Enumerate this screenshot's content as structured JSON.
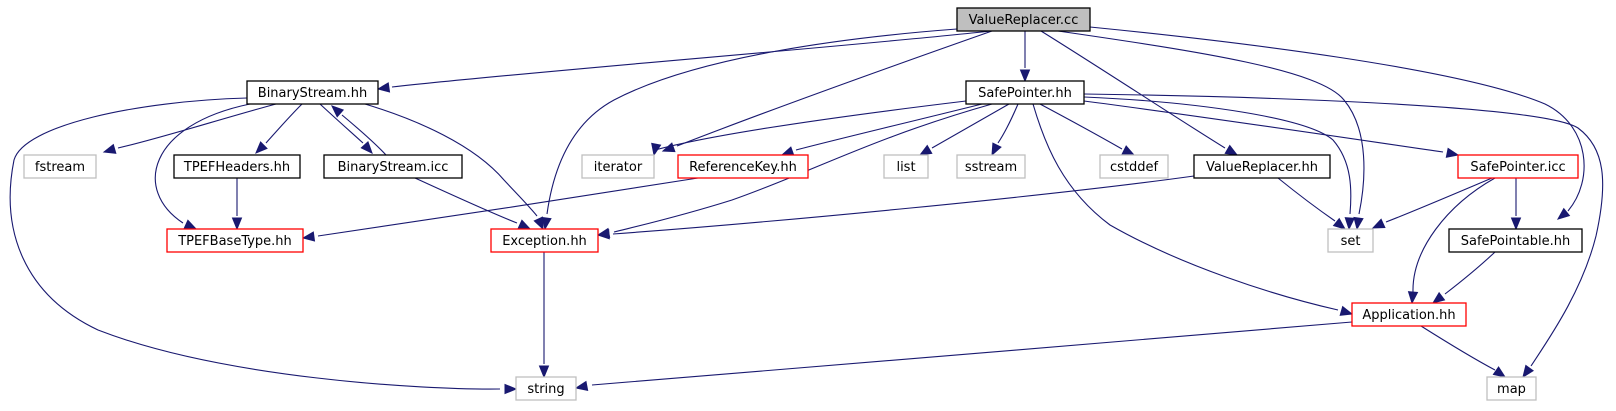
{
  "colors": {
    "edge": "#191970",
    "root_fill": "#bfbfbf",
    "documented_border": "#000000",
    "truncated_border": "#ff0000",
    "external_border": "#bfbfbf"
  },
  "nodes": [
    {
      "id": "valuereplacer_cc",
      "label": "ValueReplacer.cc",
      "kind": "root"
    },
    {
      "id": "binarystream_hh",
      "label": "BinaryStream.hh",
      "kind": "documented"
    },
    {
      "id": "safepointer_hh",
      "label": "SafePointer.hh",
      "kind": "documented"
    },
    {
      "id": "fstream",
      "label": "fstream",
      "kind": "external"
    },
    {
      "id": "tpefheaders_hh",
      "label": "TPEFHeaders.hh",
      "kind": "documented"
    },
    {
      "id": "binarystream_icc",
      "label": "BinaryStream.icc",
      "kind": "documented"
    },
    {
      "id": "iterator",
      "label": "iterator",
      "kind": "external"
    },
    {
      "id": "referencekey_hh",
      "label": "ReferenceKey.hh",
      "kind": "truncated"
    },
    {
      "id": "list",
      "label": "list",
      "kind": "external"
    },
    {
      "id": "sstream",
      "label": "sstream",
      "kind": "external"
    },
    {
      "id": "cstddef",
      "label": "cstddef",
      "kind": "external"
    },
    {
      "id": "valuereplacer_hh",
      "label": "ValueReplacer.hh",
      "kind": "documented"
    },
    {
      "id": "safepointer_icc",
      "label": "SafePointer.icc",
      "kind": "truncated"
    },
    {
      "id": "tpefbasetype_hh",
      "label": "TPEFBaseType.hh",
      "kind": "truncated"
    },
    {
      "id": "exception_hh",
      "label": "Exception.hh",
      "kind": "truncated"
    },
    {
      "id": "set",
      "label": "set",
      "kind": "external"
    },
    {
      "id": "safepointable_hh",
      "label": "SafePointable.hh",
      "kind": "documented"
    },
    {
      "id": "application_hh",
      "label": "Application.hh",
      "kind": "truncated"
    },
    {
      "id": "string",
      "label": "string",
      "kind": "external"
    },
    {
      "id": "map",
      "label": "map",
      "kind": "external"
    }
  ],
  "edges": [
    {
      "from": "valuereplacer_cc",
      "to": "binarystream_hh"
    },
    {
      "from": "valuereplacer_cc",
      "to": "exception_hh"
    },
    {
      "from": "valuereplacer_cc",
      "to": "iterator"
    },
    {
      "from": "valuereplacer_cc",
      "to": "safepointer_hh"
    },
    {
      "from": "valuereplacer_cc",
      "to": "valuereplacer_hh"
    },
    {
      "from": "valuereplacer_cc",
      "to": "set"
    },
    {
      "from": "valuereplacer_cc",
      "to": "safepointable_hh"
    },
    {
      "from": "binarystream_hh",
      "to": "fstream"
    },
    {
      "from": "binarystream_hh",
      "to": "tpefheaders_hh"
    },
    {
      "from": "binarystream_hh",
      "to": "binarystream_icc"
    },
    {
      "from": "binarystream_hh",
      "to": "tpefbasetype_hh"
    },
    {
      "from": "binarystream_hh",
      "to": "exception_hh"
    },
    {
      "from": "binarystream_hh",
      "to": "string"
    },
    {
      "from": "binarystream_icc",
      "to": "binarystream_hh"
    },
    {
      "from": "binarystream_icc",
      "to": "exception_hh"
    },
    {
      "from": "tpefheaders_hh",
      "to": "tpefbasetype_hh"
    },
    {
      "from": "safepointer_hh",
      "to": "iterator"
    },
    {
      "from": "safepointer_hh",
      "to": "referencekey_hh"
    },
    {
      "from": "safepointer_hh",
      "to": "exception_hh"
    },
    {
      "from": "safepointer_hh",
      "to": "list"
    },
    {
      "from": "safepointer_hh",
      "to": "sstream"
    },
    {
      "from": "safepointer_hh",
      "to": "cstddef"
    },
    {
      "from": "safepointer_hh",
      "to": "application_hh"
    },
    {
      "from": "safepointer_hh",
      "to": "set"
    },
    {
      "from": "safepointer_hh",
      "to": "safepointer_icc"
    },
    {
      "from": "safepointer_hh",
      "to": "map"
    },
    {
      "from": "referencekey_hh",
      "to": "tpefbasetype_hh"
    },
    {
      "from": "valuereplacer_hh",
      "to": "exception_hh"
    },
    {
      "from": "valuereplacer_hh",
      "to": "set"
    },
    {
      "from": "safepointer_icc",
      "to": "set"
    },
    {
      "from": "safepointer_icc",
      "to": "safepointable_hh"
    },
    {
      "from": "safepointer_icc",
      "to": "application_hh"
    },
    {
      "from": "safepointable_hh",
      "to": "application_hh"
    },
    {
      "from": "exception_hh",
      "to": "string"
    },
    {
      "from": "application_hh",
      "to": "string"
    },
    {
      "from": "application_hh",
      "to": "map"
    }
  ]
}
